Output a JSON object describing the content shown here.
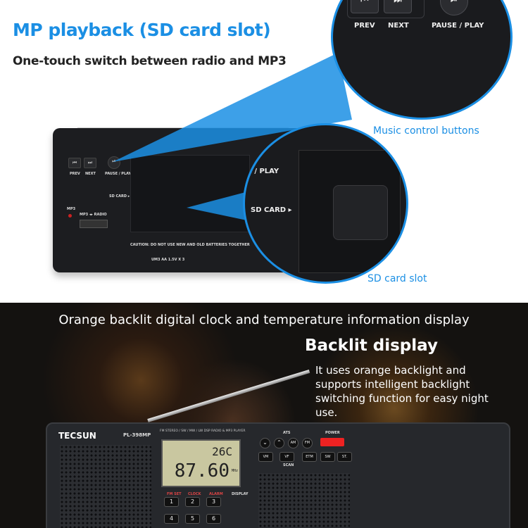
{
  "top": {
    "title": "MP playback (SD card slot)",
    "subtitle": "One-touch switch between radio and MP3",
    "callouts": {
      "music": "Music control buttons",
      "sd": "SD card slot"
    },
    "buttons": {
      "prev": "PREV",
      "next": "NEXT",
      "pause": "PAUSE / PLAY"
    },
    "panel": {
      "sd_card": "SD CARD ▸",
      "pause_partial": "E / PLAY",
      "mp3": "MP3",
      "switch": "MP3 ◂▸ RADIO",
      "caution": "CAUTION: DO NOT USE NEW AND OLD BATTERIES TOGETHER",
      "battery": "UM3 AA 1.5V X 3"
    },
    "accent": "#1b8fe4"
  },
  "bottom": {
    "heading": "Orange backlit digital clock and temperature information display",
    "title": "Backlit display",
    "paragraph": "It uses orange backlight and supports intelligent backlight switching function for easy night use.",
    "radio": {
      "brand": "TECSUN",
      "model": "PL-398MP",
      "band_text": "FM STEREO / SW / MW / LW DSP RADIO & MP3 PLAYER",
      "temp": "26C",
      "freq": "87.60",
      "unit": "MHz",
      "power": "POWER",
      "ats": "ATS",
      "scan": "SCAN",
      "display": "DISPLAY",
      "keys": [
        "1",
        "2",
        "3",
        "4",
        "5",
        "6"
      ],
      "key_labels": [
        "FM SET",
        "CLOCK",
        "ALARM"
      ],
      "band_buttons": [
        "AM",
        "FM"
      ],
      "row2": [
        "VM",
        "VF",
        "ETM",
        "SW",
        "ST."
      ]
    }
  }
}
